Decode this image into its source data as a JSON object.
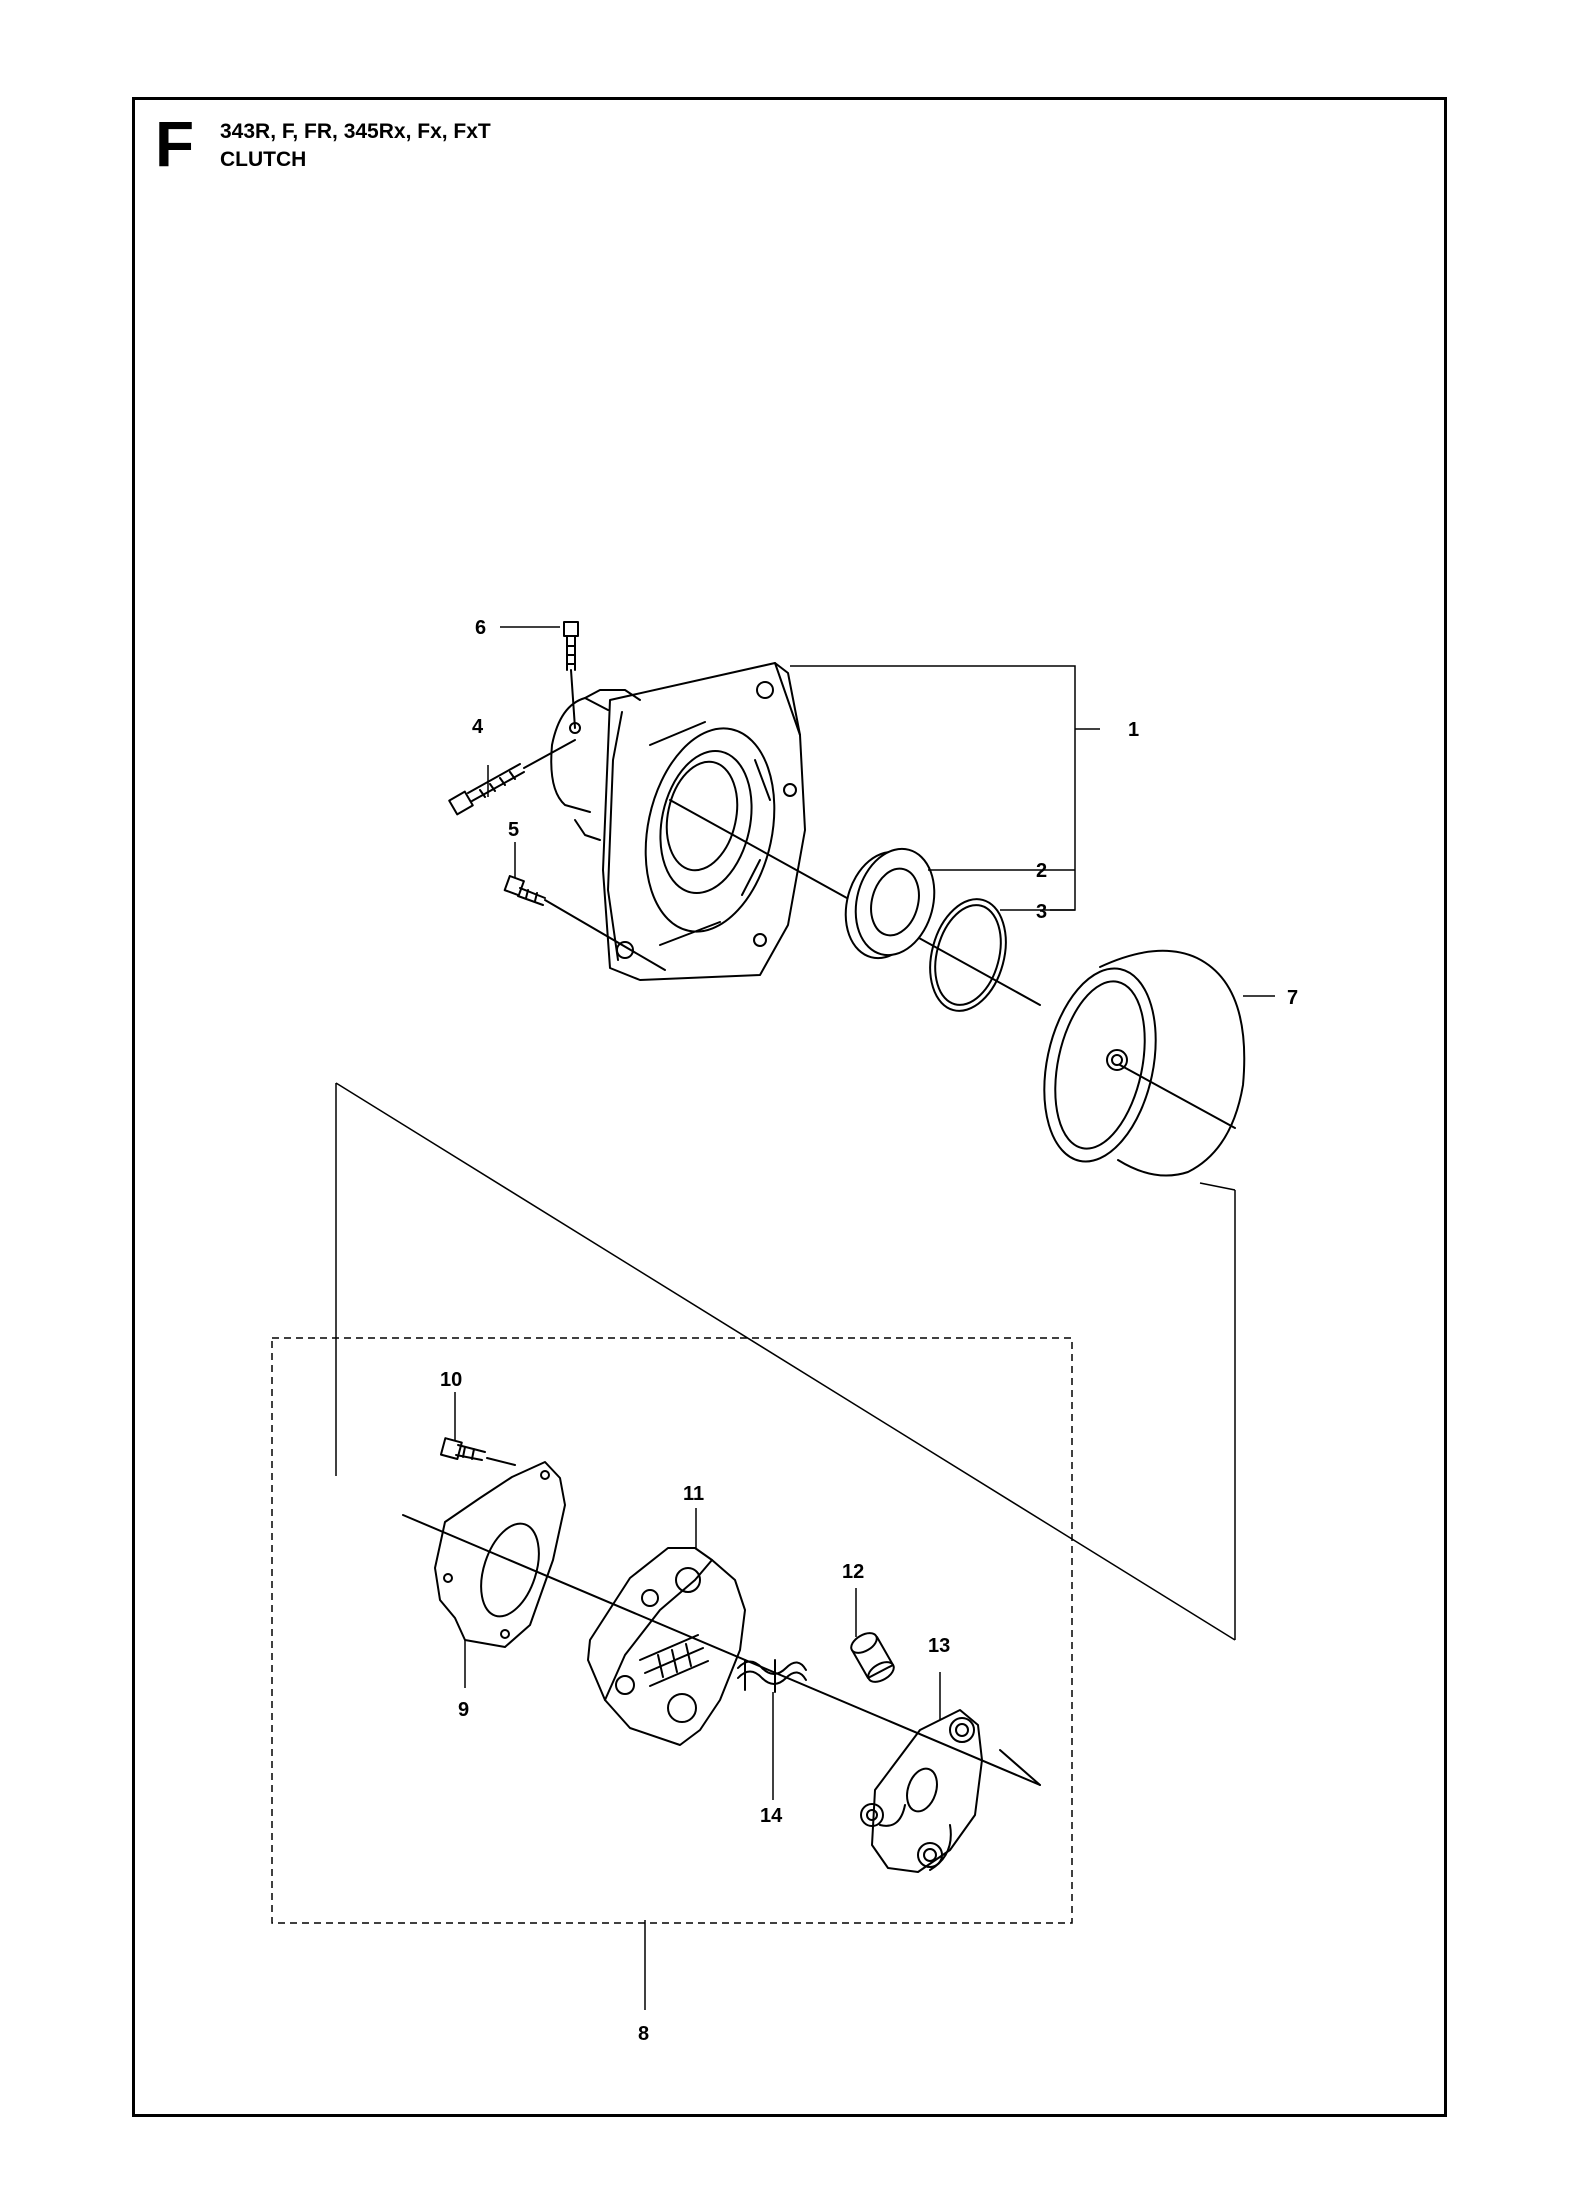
{
  "section": {
    "letter": "F"
  },
  "header": {
    "models": "343R, F, FR, 345Rx, Fx, FxT",
    "title": "CLUTCH"
  },
  "callouts": {
    "c1": "1",
    "c2": "2",
    "c3": "3",
    "c4": "4",
    "c5": "5",
    "c6": "6",
    "c7": "7",
    "c8": "8",
    "c9": "9",
    "c10": "10",
    "c11": "11",
    "c12": "12",
    "c13": "13",
    "c14": "14"
  },
  "colors": {
    "line": "#000000",
    "background": "#ffffff"
  }
}
